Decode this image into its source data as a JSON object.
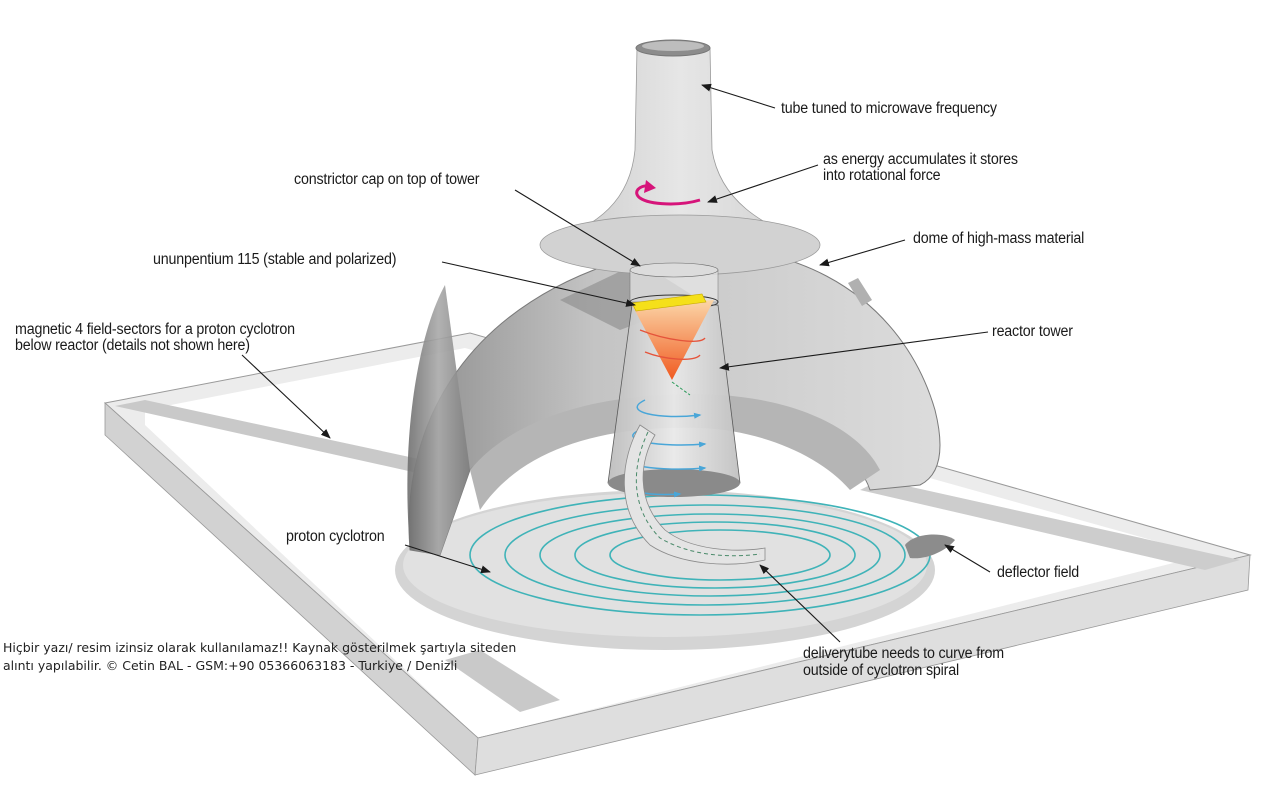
{
  "labels": {
    "tube": "tube tuned to microwave frequency",
    "energy_line1": "as energy accumulates it stores",
    "energy_line2": "into rotational force",
    "constrictor": "constrictor cap on top of tower",
    "ununpentium": "ununpentium 115 (stable and polarized)",
    "dome": "dome of high-mass material",
    "magnetic_line1": "magnetic 4 field-sectors for a proton cyclotron",
    "magnetic_line2": "below reactor (details not shown here)",
    "reactor_tower": "reactor tower",
    "proton_cyclotron": "proton cyclotron",
    "deflector": "deflector field",
    "delivery_line1": "deliverytube needs to curve from",
    "delivery_line2": "outside of cyclotron spiral"
  },
  "watermark": {
    "line1": "Hiçbir yazı/ resim  izinsiz olarak kullanılamaz!!   Kaynak gösterilmek şartıyla  siteden",
    "line2": "alıntı yapılabilir. ©  Cetin BAL - GSM:+90  05366063183 - Turkiye / Denizli"
  },
  "colors": {
    "rotation_arrow": "#d6147a",
    "cyclotron_spiral": "#3fb3b8",
    "element_bar": "#f5e01a",
    "energy_cone": "#f07a3a",
    "flow_arrows": "#49a6d8"
  }
}
